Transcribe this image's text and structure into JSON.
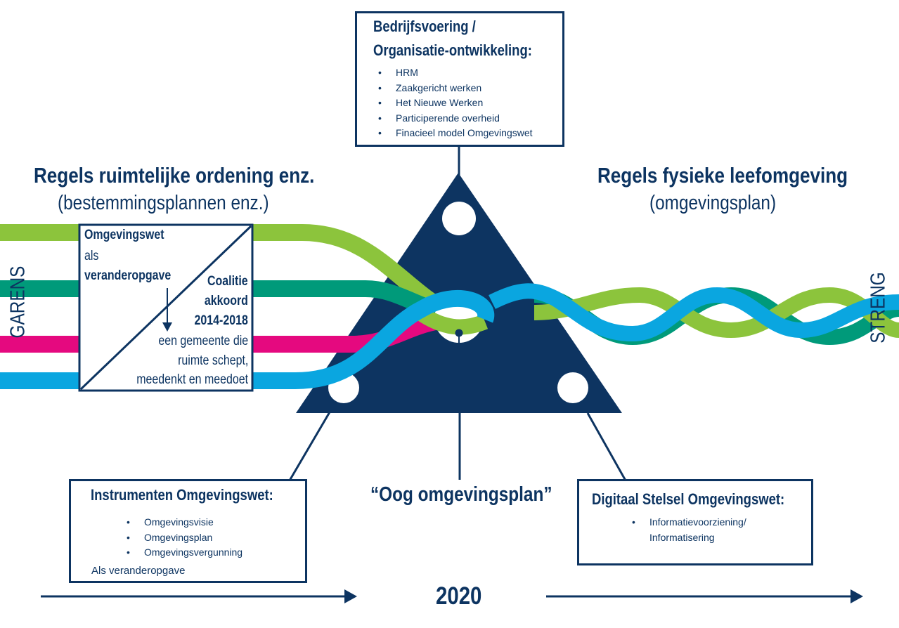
{
  "top_box": {
    "title_line1": "Bedrijfsvoering /",
    "title_line2": "Organisatie-ontwikkeling:",
    "items": [
      "HRM",
      "Zaakgericht werken",
      "Het Nieuwe Werken",
      "Participerende overheid",
      "Finacieel model Omgevingswet"
    ]
  },
  "left_heading": {
    "title": "Regels ruimtelijke ordening enz.",
    "subtitle": "(bestemmingsplannen enz.)"
  },
  "right_heading": {
    "title": "Regels fysieke leefomgeving",
    "subtitle": "(omgevingsplan)"
  },
  "side_labels": {
    "left": "GARENS",
    "right": "STRENG"
  },
  "change_box": {
    "line1": "Omgevingswet",
    "line2": "als",
    "line3": "veranderopgave",
    "coalition_1": "Coalitie",
    "coalition_2": "akkoord",
    "coalition_3": "2014-2018",
    "muni_1": "een gemeente die",
    "muni_2": "ruimte schept,",
    "muni_3": "meedenkt en meedoet"
  },
  "instruments_box": {
    "title": "Instrumenten Omgevingswet:",
    "items": [
      "Omgevingsvisie",
      "Omgevingsplan",
      "Omgevingsvergunning"
    ],
    "footer": "Als veranderopgave"
  },
  "center_label": "“Oog omgevingsplan”",
  "digital_box": {
    "title": "Digitaal Stelsel Omgevingswet:",
    "item_line1": "Informatievoorziening/",
    "item_line2": "Informatisering"
  },
  "timeline_year": "2020",
  "colors": {
    "navy": "#0d3461",
    "lime": "#8cc43c",
    "teal": "#009a7a",
    "magenta": "#e5097f",
    "sky": "#0aa6e0"
  }
}
